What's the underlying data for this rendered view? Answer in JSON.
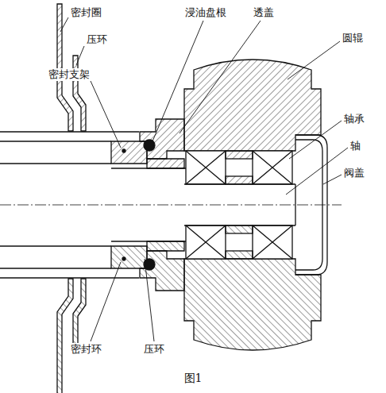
{
  "diagram": {
    "caption": "图1",
    "labels": [
      "密封圈",
      "浸油盘根",
      "透盖",
      "压环",
      "圆辊",
      "密封支架",
      "轴承",
      "轴",
      "阀盖",
      "密封环",
      "压环"
    ]
  }
}
